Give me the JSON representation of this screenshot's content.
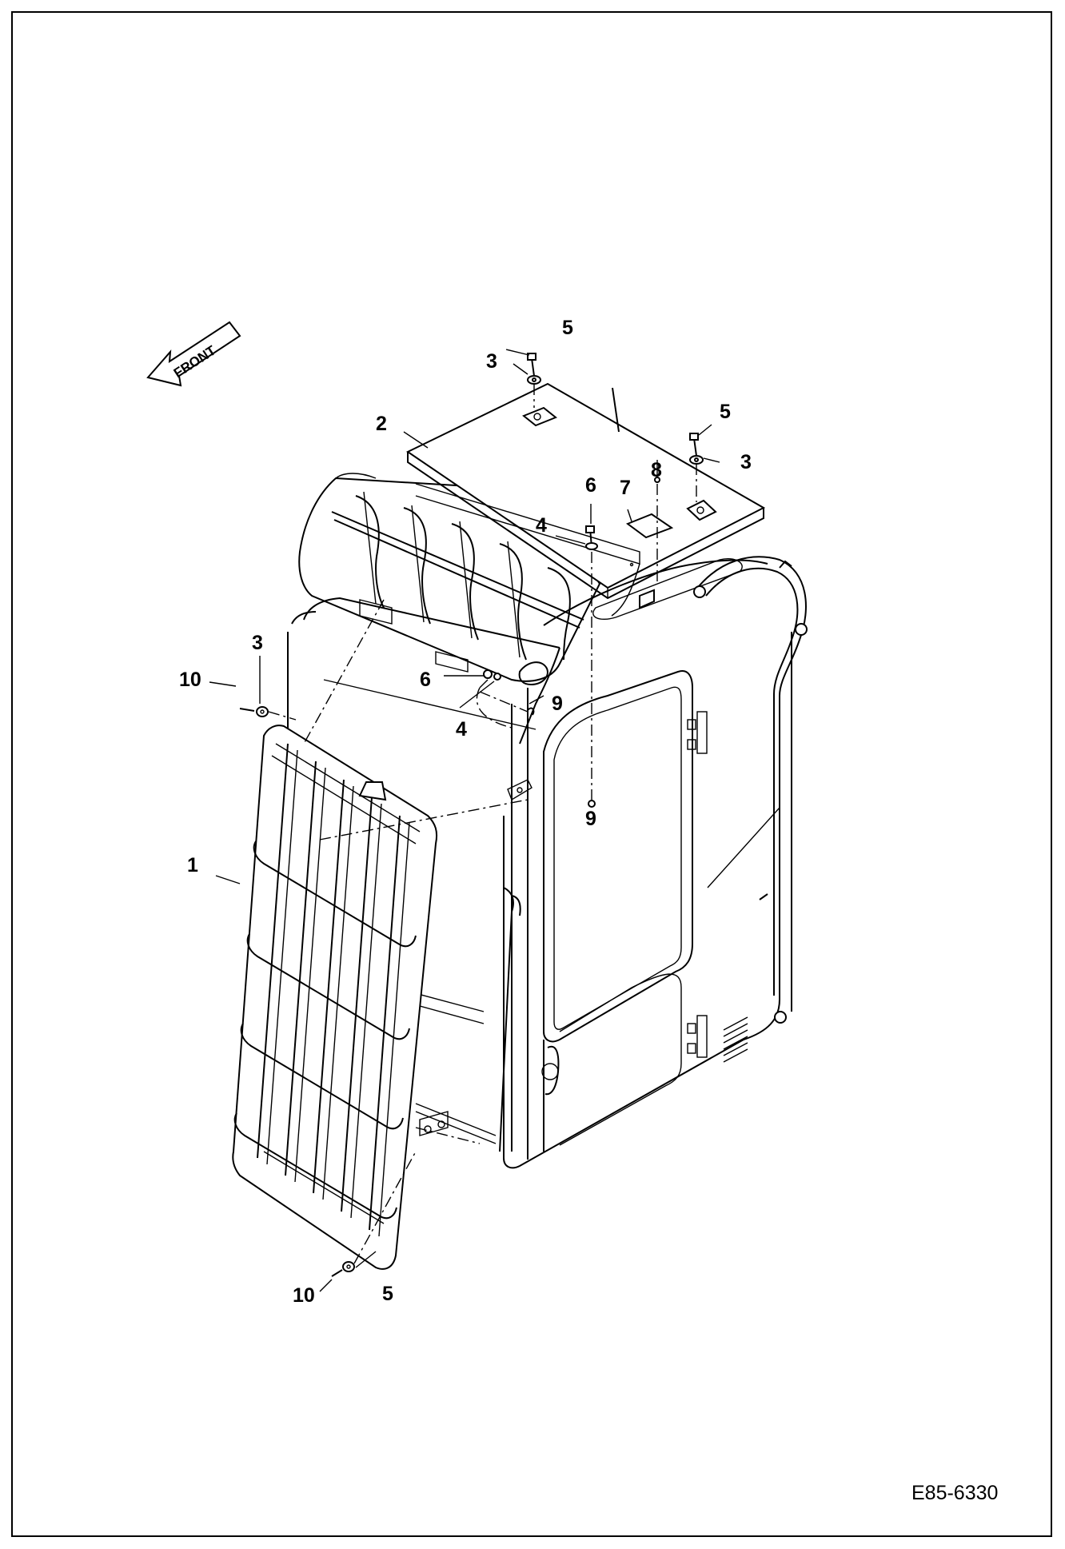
{
  "drawing": {
    "code": "E85-6330",
    "direction_label": "FRONT"
  },
  "callouts": [
    {
      "id": "c1",
      "text": "1"
    },
    {
      "id": "c2",
      "text": "2"
    },
    {
      "id": "c3a",
      "text": "3"
    },
    {
      "id": "c3b",
      "text": "3"
    },
    {
      "id": "c3c",
      "text": "3"
    },
    {
      "id": "c4a",
      "text": "4"
    },
    {
      "id": "c4b",
      "text": "4"
    },
    {
      "id": "c5a",
      "text": "5"
    },
    {
      "id": "c5b",
      "text": "5"
    },
    {
      "id": "c5c",
      "text": "5"
    },
    {
      "id": "c6a",
      "text": "6"
    },
    {
      "id": "c6b",
      "text": "6"
    },
    {
      "id": "c7",
      "text": "7"
    },
    {
      "id": "c8",
      "text": "8"
    },
    {
      "id": "c9a",
      "text": "9"
    },
    {
      "id": "c9b",
      "text": "9"
    },
    {
      "id": "c10a",
      "text": "10"
    },
    {
      "id": "c10b",
      "text": "10"
    }
  ]
}
